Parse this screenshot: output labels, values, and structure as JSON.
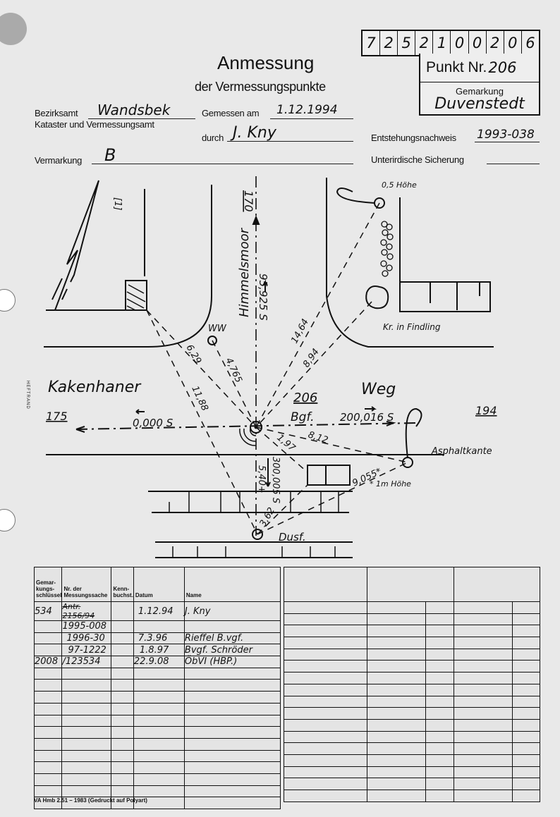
{
  "header": {
    "title": "Anmessung",
    "subtitle": "der Vermessungspunkte",
    "id_digits": [
      "7",
      "2",
      "5",
      "2",
      "1",
      "0",
      "0",
      "2",
      "0",
      "6"
    ],
    "punkt_label": "Punkt Nr.",
    "punkt_value": "206",
    "gemarkung_label": "Gemarkung",
    "gemarkung_value": "Duvenstedt"
  },
  "fields": {
    "bezirksamt_label": "Bezirksamt",
    "bezirksamt_value": "Wandsbek",
    "kataster_label": "Kataster und Vermessungsamt",
    "gemessen_label": "Gemessen am",
    "gemessen_value": "1.12.1994",
    "durch_label": "durch",
    "durch_value": "J. Kny",
    "entstehung_label": "Entstehungsnachweis",
    "entstehung_value": "1993-038",
    "vermarkung_label": "Vermarkung",
    "vermarkung_value": "B",
    "sicherung_label": "Unterirdische Sicherung",
    "sicherung_value": ""
  },
  "sketch": {
    "street_left": "Kakenhaner",
    "street_right": "Weg",
    "street_vertical": "Himmelsmoor",
    "point_main": "206",
    "point_main_type": "Bgf.",
    "point_left": "175",
    "point_right": "194",
    "point_top": "170",
    "dist_left": "0,000 S",
    "dist_right": "200,016 S",
    "dist_top": "95,925 S",
    "dist_bottom": "300,005 S",
    "ww": "WW",
    "m_629": "6,29",
    "m_1188": "11,88",
    "m_4765": "4,765",
    "m_1464": "14,64",
    "m_894": "8,94",
    "m_812": "8,12",
    "m_197": "1,97",
    "m_540": "5,40+",
    "m_362": "3,62",
    "m_9055": "9,055*",
    "findling": "Kr. in Findling",
    "hoehe_top": "0,5 Höhe",
    "hoehe_right": "* 1m Höhe",
    "asphalt": "Asphaltkante",
    "dusf": "Dusf.",
    "bracket": "[1]",
    "heftrand": "HEFTRAND"
  },
  "table": {
    "headers": [
      "Gemar-kungs-schlüssel",
      "Nr. der Messungssache",
      "Kenn-buchst.",
      "Datum",
      "Name"
    ],
    "rows": [
      [
        "534",
        "Antr. 2156/94",
        "",
        "1.12.94",
        "J. Kny"
      ],
      [
        "",
        "1995-008",
        "",
        "",
        ""
      ],
      [
        "",
        "1996-30",
        "",
        "7.3.96",
        "Rieffel B.vgf."
      ],
      [
        "",
        "97-1222",
        "",
        "1.8.97",
        "Bvgf. Schröder"
      ],
      [
        "2008",
        "/123534",
        "",
        "22.9.08",
        "ÖbVI (HBP.)"
      ]
    ]
  },
  "footer": "VA Hmb 2.51 – 1983 (Gedruckt auf Polyart)"
}
